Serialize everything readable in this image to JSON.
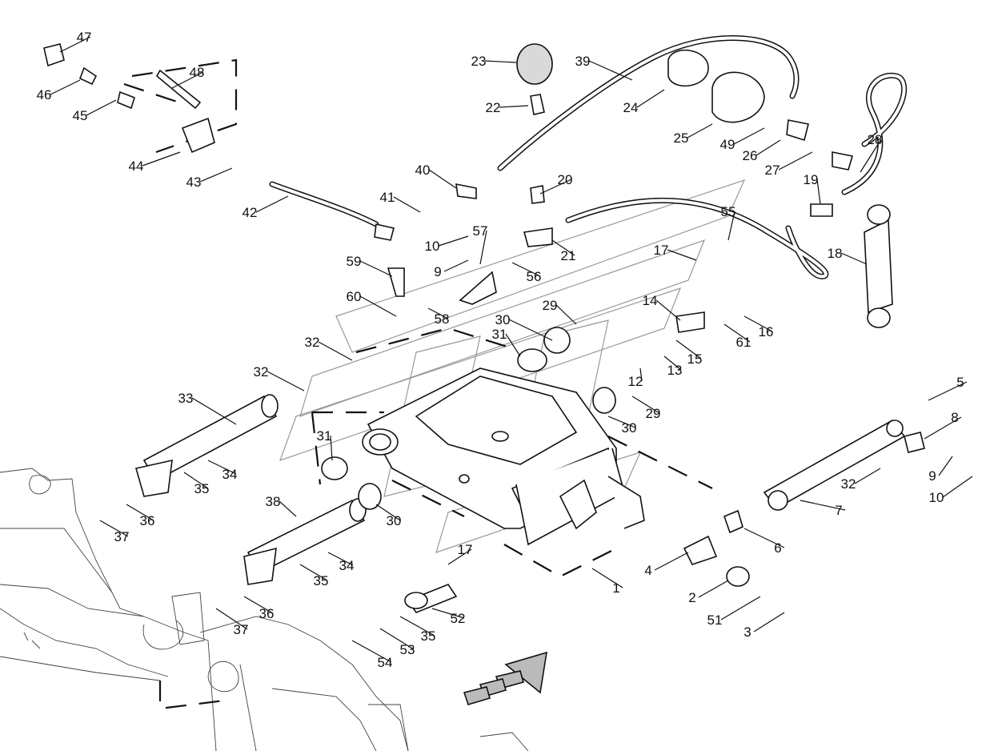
{
  "callouts": [
    {
      "id": "p1",
      "text": "1"
    },
    {
      "id": "p2",
      "text": "2"
    },
    {
      "id": "p3",
      "text": "3"
    },
    {
      "id": "p4",
      "text": "4"
    },
    {
      "id": "p5",
      "text": "5"
    },
    {
      "id": "p6",
      "text": "6"
    },
    {
      "id": "p7",
      "text": "7"
    },
    {
      "id": "p8",
      "text": "8"
    },
    {
      "id": "p9a",
      "text": "9"
    },
    {
      "id": "p9b",
      "text": "9"
    },
    {
      "id": "p10a",
      "text": "10"
    },
    {
      "id": "p10b",
      "text": "10"
    },
    {
      "id": "p12",
      "text": "12"
    },
    {
      "id": "p13",
      "text": "13"
    },
    {
      "id": "p14",
      "text": "14"
    },
    {
      "id": "p15",
      "text": "15"
    },
    {
      "id": "p16",
      "text": "16"
    },
    {
      "id": "p17a",
      "text": "17"
    },
    {
      "id": "p17b",
      "text": "17"
    },
    {
      "id": "p18",
      "text": "18"
    },
    {
      "id": "p19",
      "text": "19"
    },
    {
      "id": "p20",
      "text": "20"
    },
    {
      "id": "p21",
      "text": "21"
    },
    {
      "id": "p22",
      "text": "22"
    },
    {
      "id": "p23",
      "text": "23"
    },
    {
      "id": "p24",
      "text": "24"
    },
    {
      "id": "p25",
      "text": "25"
    },
    {
      "id": "p26",
      "text": "26"
    },
    {
      "id": "p27",
      "text": "27"
    },
    {
      "id": "p28",
      "text": "28"
    },
    {
      "id": "p29a",
      "text": "29"
    },
    {
      "id": "p29b",
      "text": "29"
    },
    {
      "id": "p30a",
      "text": "30"
    },
    {
      "id": "p30b",
      "text": "30"
    },
    {
      "id": "p30c",
      "text": "30"
    },
    {
      "id": "p31a",
      "text": "31"
    },
    {
      "id": "p31b",
      "text": "31"
    },
    {
      "id": "p32a",
      "text": "32"
    },
    {
      "id": "p32b",
      "text": "32"
    },
    {
      "id": "p32c",
      "text": "32"
    },
    {
      "id": "p33",
      "text": "33"
    },
    {
      "id": "p34a",
      "text": "34"
    },
    {
      "id": "p34b",
      "text": "34"
    },
    {
      "id": "p35a",
      "text": "35"
    },
    {
      "id": "p35b",
      "text": "35"
    },
    {
      "id": "p35c",
      "text": "35"
    },
    {
      "id": "p36a",
      "text": "36"
    },
    {
      "id": "p36b",
      "text": "36"
    },
    {
      "id": "p37a",
      "text": "37"
    },
    {
      "id": "p37b",
      "text": "37"
    },
    {
      "id": "p38",
      "text": "38"
    },
    {
      "id": "p39",
      "text": "39"
    },
    {
      "id": "p40",
      "text": "40"
    },
    {
      "id": "p41",
      "text": "41"
    },
    {
      "id": "p42",
      "text": "42"
    },
    {
      "id": "p43",
      "text": "43"
    },
    {
      "id": "p44",
      "text": "44"
    },
    {
      "id": "p45",
      "text": "45"
    },
    {
      "id": "p46",
      "text": "46"
    },
    {
      "id": "p47",
      "text": "47"
    },
    {
      "id": "p48",
      "text": "48"
    },
    {
      "id": "p49",
      "text": "49"
    },
    {
      "id": "p51",
      "text": "51"
    },
    {
      "id": "p52",
      "text": "52"
    },
    {
      "id": "p53",
      "text": "53"
    },
    {
      "id": "p54",
      "text": "54"
    },
    {
      "id": "p55",
      "text": "55"
    },
    {
      "id": "p56",
      "text": "56"
    },
    {
      "id": "p57",
      "text": "57"
    },
    {
      "id": "p58",
      "text": "58"
    },
    {
      "id": "p59",
      "text": "59"
    },
    {
      "id": "p60",
      "text": "60"
    },
    {
      "id": "p61",
      "text": "61"
    }
  ]
}
